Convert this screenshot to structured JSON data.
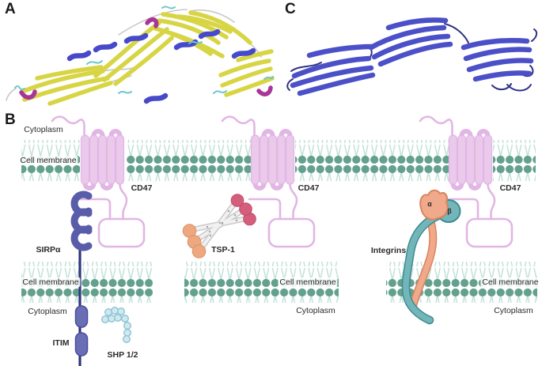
{
  "panel_a": {
    "label": "A"
  },
  "panel_b": {
    "label": "B"
  },
  "panel_c": {
    "label": "C"
  },
  "top_cell": {
    "cytoplasm_label": "Cytoplasm",
    "membrane_label": "Cell membrane"
  },
  "cd47": {
    "label_1": "CD47",
    "label_2": "CD47",
    "label_3": "CD47"
  },
  "sirpa_section": {
    "receptor_label": "SIRPα",
    "membrane_label": "Cell membrane",
    "cytoplasm_label": "Cytoplasm",
    "itim_label": "ITIM",
    "shp_label": "SHP 1/2"
  },
  "tsp1_section": {
    "ligand_label": "TSP-1",
    "membrane_label": "Cell membrane",
    "cytoplasm_label": "Cytoplasm"
  },
  "integrin_section": {
    "label": "Integrins",
    "alpha_label": "α",
    "beta_label": "β",
    "membrane_label": "Cell membrane",
    "cytoplasm_label": "Cytoplasm"
  },
  "colors": {
    "membrane_head": "#63a08d",
    "membrane_tail": "#bedfd5",
    "cd47": "#e2b6e4",
    "cd47_fill": "#eac9eb",
    "sirpa_purple": "#585ca9",
    "sirpa_stem": "#30357d",
    "itim_fill": "#6a6eb5",
    "itim_stroke": "#494d9b",
    "shp_fill": "#cfe9f1",
    "shp_stroke": "#8ec2d3",
    "tsp_rod": "#c9c9c9",
    "tsp_rod_core": "#f1f1f1",
    "tsp_dot": "#a5a5a5",
    "tsp_pink": "#d45f7d",
    "tsp_pink_stroke": "#c14a68",
    "tsp_orange": "#eda87f",
    "tsp_orange_stroke": "#dd9168",
    "integrin_alpha_fill": "#f0a98a",
    "integrin_alpha_stroke": "#d8845f",
    "integrin_beta_fill": "#72b6ba",
    "integrin_beta_stroke": "#3d8b91",
    "ribbon_yellow": "#d8d545",
    "ribbon_blue": "#4649c9",
    "ribbon_cyan": "#6fc7ca",
    "ribbon_magenta": "#a93596",
    "ribbon_gray": "#c8c8c8",
    "ribbon_c_blue": "#4b50c8",
    "ribbon_c_dark": "#2e3284"
  }
}
